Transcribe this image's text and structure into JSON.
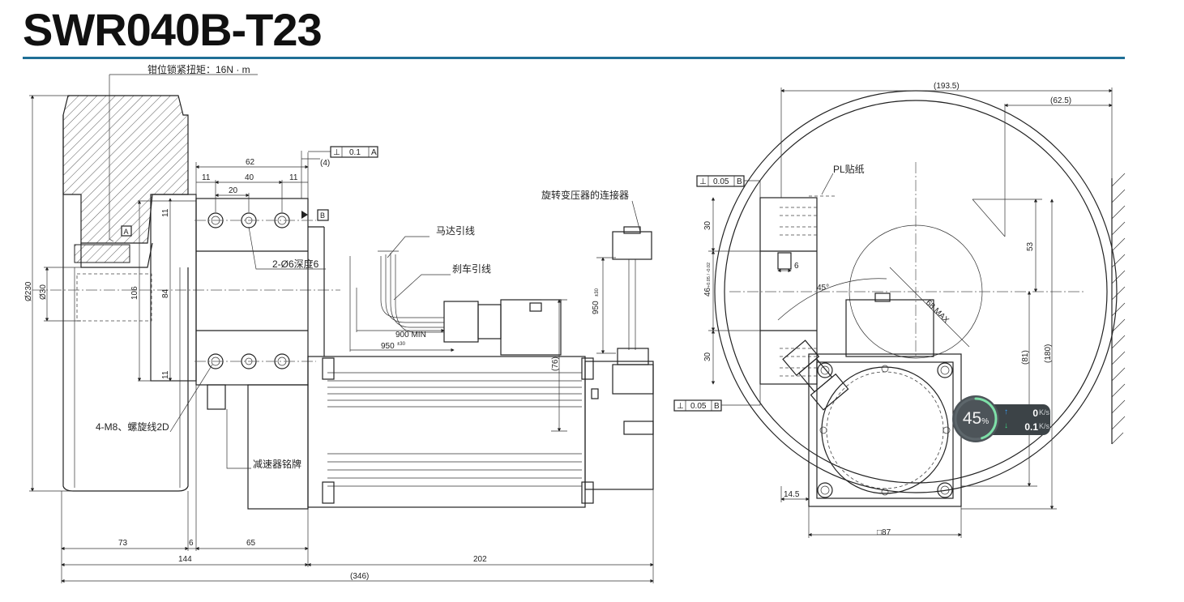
{
  "title": "SWR040B-T23",
  "labels": {
    "clamp_torque": "钳位锁紧扭矩：16N · m",
    "motor_lead": "马达引线",
    "brake_lead": "刹车引线",
    "resolver_connector": "旋转变压器的连接器",
    "hole_2x": "2-Ø6深度6",
    "thread_4x": "4-M8、螺旋线2D",
    "reducer_nameplate": "减速器铭牌",
    "pl_sticker": "PL贴纸"
  },
  "tolerances": {
    "perp_a": {
      "sym": "⊥",
      "val": "0.1",
      "ref": "A"
    },
    "perp_b1": {
      "sym": "⊥",
      "val": "0.05",
      "ref": "B"
    },
    "perp_b2": {
      "sym": "⊥",
      "val": "0.05",
      "ref": "B"
    },
    "datum_a": "A",
    "datum_b": "B"
  },
  "dims_left": {
    "d62": "62",
    "d11a": "11",
    "d40": "40",
    "d11b": "11",
    "d20": "20",
    "d4": "(4)",
    "d11v1": "11",
    "d84": "84",
    "d106": "106",
    "d11v2": "11",
    "d230": "Ø230",
    "d30": "Ø30",
    "d73": "73",
    "d6": "6",
    "d65": "65",
    "d144": "144",
    "d202": "202",
    "d346": "(346)",
    "d900": "900  MIN",
    "d950h": "950",
    "d950h_tol": "±30",
    "d950v": "950",
    "d950v_tol": "±30",
    "d76": "(76)"
  },
  "dims_right": {
    "d193": "(193.5)",
    "d62_5": "(62.5)",
    "d30a": "30",
    "d46": "46",
    "d46_tol": "+0.05 / -0.02",
    "d30b": "30",
    "d6": "6",
    "d45": "45°",
    "d68": "68 MAX",
    "d53": "53",
    "d81": "(81)",
    "d180": "(180)",
    "d14_5": "14.5",
    "d87": "□87"
  },
  "overlay": {
    "percent": "45",
    "percent_unit": "%",
    "percent_value": 0.45,
    "up_value": "0",
    "up_unit": "K/s",
    "down_value": "0.1",
    "down_unit": "K/s",
    "ring_color": "#7ee0a8",
    "up_color": "#3aa0ff",
    "down_color": "#3ddc84"
  }
}
